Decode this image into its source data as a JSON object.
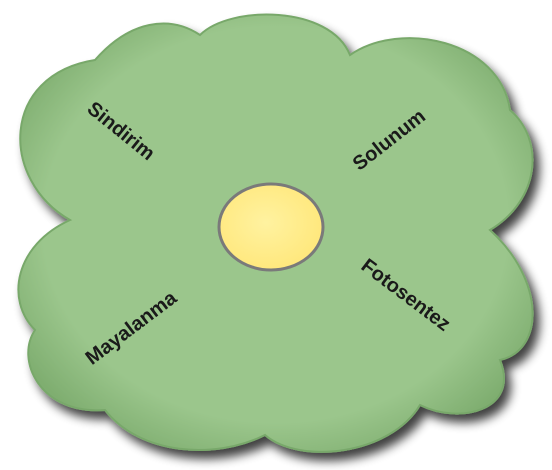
{
  "diagram": {
    "labels": {
      "top_left": "Sindirim",
      "top_right": "Solunum",
      "bottom_left": "Mayalanma",
      "bottom_right": "Fotosentez"
    },
    "colors": {
      "petal": "#9bc68c",
      "petal_edge": "#6f9a62",
      "center": "#ffee88",
      "center_edge": "#7a7a7a",
      "text": "#1a1a1a"
    }
  }
}
